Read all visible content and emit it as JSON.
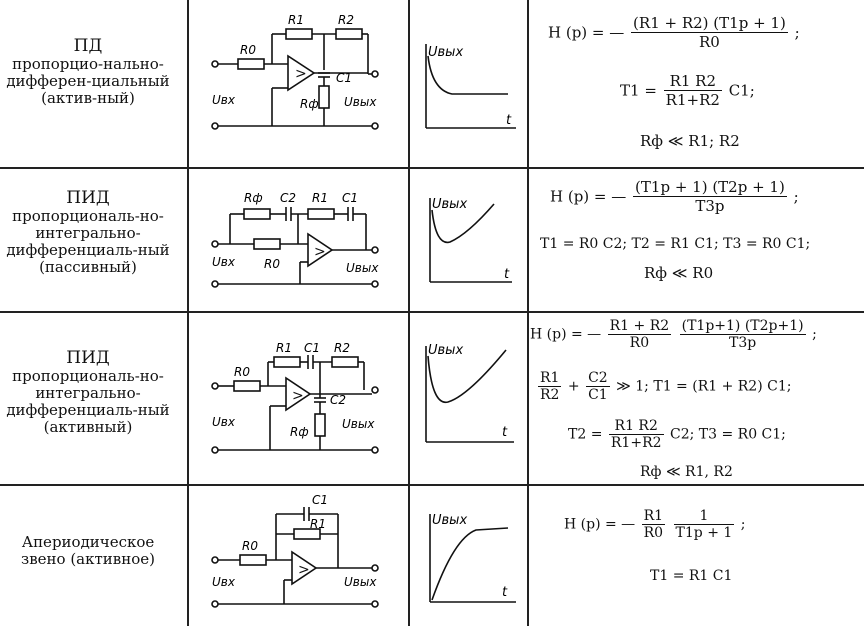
{
  "rows": [
    {
      "name": {
        "title": "ПД",
        "text": "пропорцио-нально-дифферен-циальный (актив-ный)"
      },
      "circuit": {
        "r0": "R0",
        "r1": "R1",
        "r2": "R2",
        "c1": "C1",
        "rf": "Rф",
        "uin": "Uвх",
        "uout": "Uвых"
      },
      "graph": {
        "ylabel": "Uвых",
        "xlabel": "t"
      },
      "formula": {
        "l1_prefix": "H (p) = —",
        "l1_num": "(R1 + R2) (T1p + 1)",
        "l1_den": "R0",
        "l1_suffix": ";",
        "l2_prefix": "T1 =",
        "l2_num": "R1 R2",
        "l2_den": "R1+R2",
        "l2_suffix": "C1;",
        "l3": "Rф ≪ R1; R2"
      }
    },
    {
      "name": {
        "title": "ПИД",
        "text": "пропорциональ-но-интегрально-дифференциаль-ный (пассивный)"
      },
      "circuit": {
        "rf": "Rф",
        "c2": "C2",
        "r1": "R1",
        "c1": "C1",
        "r0": "R0",
        "uin": "Uвх",
        "uout": "Uвых"
      },
      "graph": {
        "ylabel": "Uвых",
        "xlabel": "t"
      },
      "formula": {
        "l1_prefix": "H (p) = —",
        "l1_num": "(T1p + 1) (T2p + 1)",
        "l1_den": "T3p",
        "l1_suffix": ";",
        "l2": "T1 = R0 C2;  T2 = R1 C1;  T3 = R0 C1;",
        "l3": "Rф ≪ R0"
      }
    },
    {
      "name": {
        "title": "ПИД",
        "text": "пропорциональ-но-интегрально-дифференциаль-ный (активный)"
      },
      "circuit": {
        "r1": "R1",
        "c1": "C1",
        "r2": "R2",
        "r0": "R0",
        "c2": "C2",
        "rf": "Rф",
        "uin": "Uвх",
        "uout": "Uвых"
      },
      "graph": {
        "ylabel": "Uвых",
        "xlabel": "t"
      },
      "formula": {
        "l1_prefix": "H (p) = —",
        "l1_num": "R1 + R2",
        "l1_den": "R0",
        "l1_num2": "(T1p+1) (T2p+1)",
        "l1_den2": "T3p",
        "l1_suffix": ";",
        "l2_num1": "R1",
        "l2_den1": "R2",
        "l2_plus": "+",
        "l2_num2": "C2",
        "l2_den2": "C1",
        "l2_suffix": "≫ 1;  T1 = (R1 + R2) C1;",
        "l3_prefix": "T2 =",
        "l3_num": "R1 R2",
        "l3_den": "R1+R2",
        "l3_suffix": "C2;  T3 = R0 C1;",
        "l4": "Rф ≪ R1,  R2"
      }
    },
    {
      "name": {
        "title": "",
        "text": "Апериодическое звено (активное)"
      },
      "circuit": {
        "c1": "C1",
        "r1": "R1",
        "r0": "R0",
        "uin": "Uвх",
        "uout": "Uвых"
      },
      "graph": {
        "ylabel": "Uвых",
        "xlabel": "t"
      },
      "formula": {
        "l1_prefix": "H (p) = —",
        "l1_num": "R1",
        "l1_den": "R0",
        "l1_num2": "1",
        "l1_den2": "T1p + 1",
        "l1_suffix": ";",
        "l2": "T1 = R1 C1"
      }
    }
  ]
}
